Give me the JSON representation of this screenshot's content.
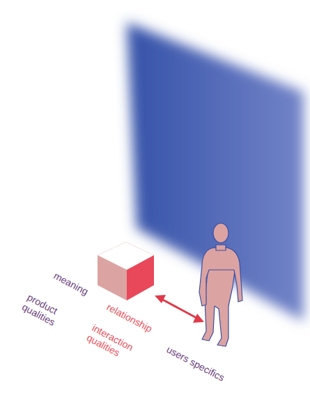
{
  "diagram": {
    "labels": [
      "meaning",
      "product qualities",
      "relationship",
      "interaction qualities",
      "users specifics"
    ]
  }
}
